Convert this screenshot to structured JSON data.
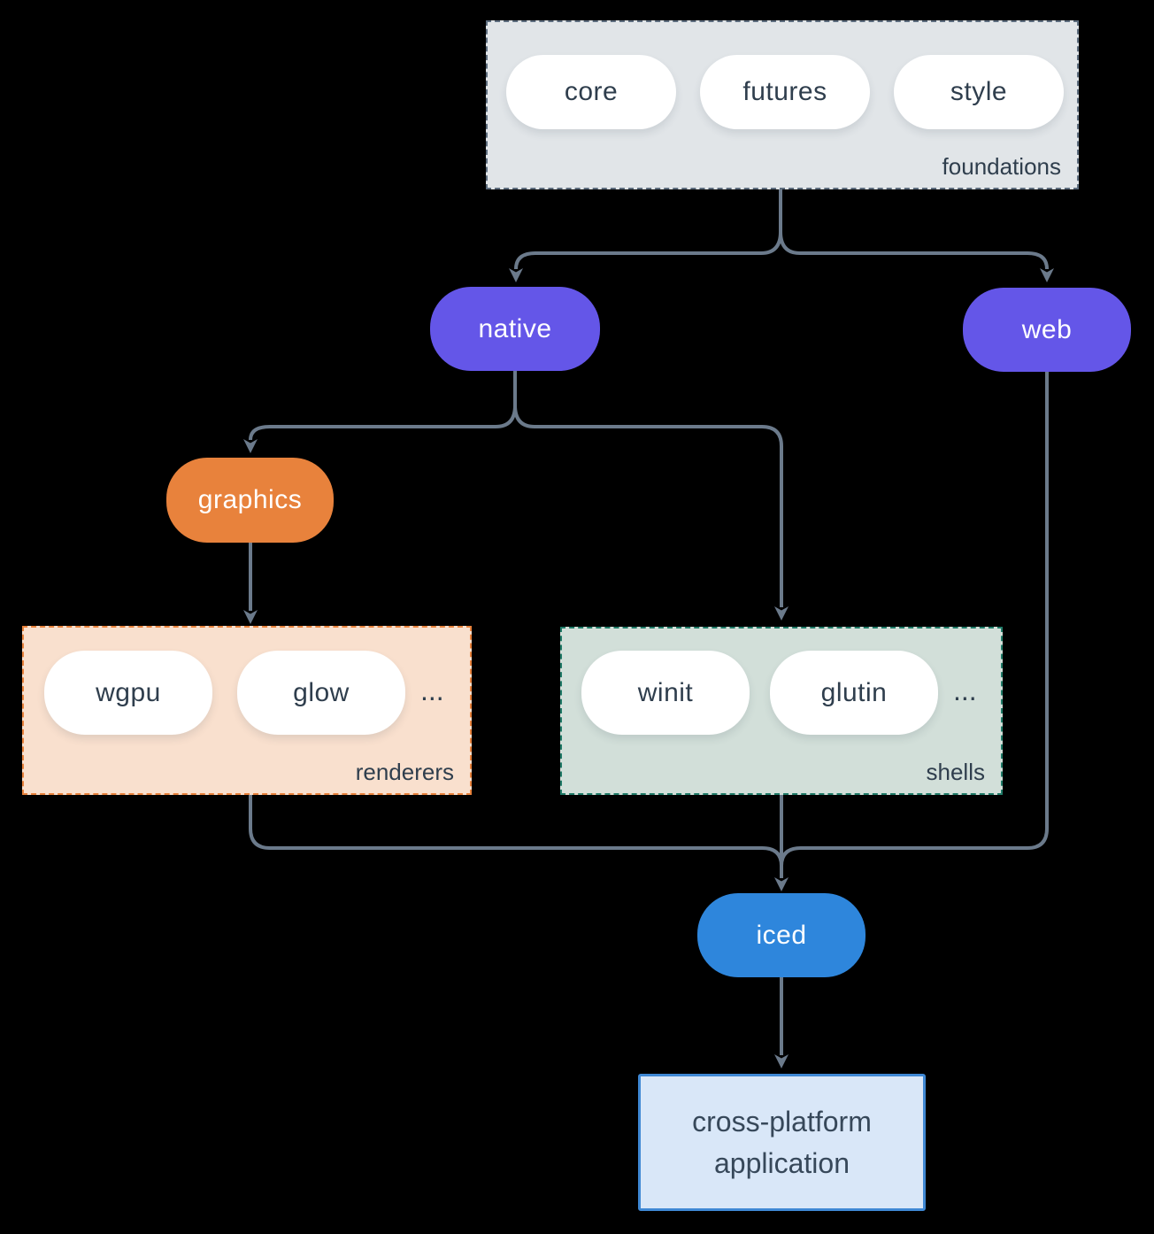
{
  "groups": {
    "foundations": {
      "label": "foundations",
      "items": [
        "core",
        "futures",
        "style"
      ]
    },
    "renderers": {
      "label": "renderers",
      "items": [
        "wgpu",
        "glow"
      ],
      "ellipsis": "..."
    },
    "shells": {
      "label": "shells",
      "items": [
        "winit",
        "glutin"
      ],
      "ellipsis": "..."
    }
  },
  "nodes": {
    "native": {
      "label": "native"
    },
    "web": {
      "label": "web"
    },
    "graphics": {
      "label": "graphics"
    },
    "iced": {
      "label": "iced"
    },
    "app": {
      "line1": "cross-platform",
      "line2": "application"
    }
  },
  "edges": [
    {
      "from": "foundations",
      "to": "native"
    },
    {
      "from": "foundations",
      "to": "web"
    },
    {
      "from": "native",
      "to": "graphics"
    },
    {
      "from": "native",
      "to": "shells"
    },
    {
      "from": "graphics",
      "to": "renderers"
    },
    {
      "from": "renderers",
      "to": "iced"
    },
    {
      "from": "shells",
      "to": "iced"
    },
    {
      "from": "web",
      "to": "iced"
    },
    {
      "from": "iced",
      "to": "app"
    }
  ],
  "colors": {
    "background": "#000000",
    "connector": "#6B7A8B",
    "purple_node": "#6456E8",
    "orange_node": "#E8823C",
    "blue_node": "#2E86DC",
    "white_pill": "#FFFFFF",
    "foundations_fill": "#E1E5E8",
    "foundations_border": "#5D6D7E",
    "renderers_fill": "#F9E0CE",
    "renderers_border": "#E8823C",
    "shells_fill": "#D2DFD9",
    "shells_border": "#1F7A67",
    "app_fill": "#D9E7F8",
    "app_border": "#3F88D4",
    "text_dark": "#2F3E4D",
    "text_light": "#FFFFFF"
  }
}
